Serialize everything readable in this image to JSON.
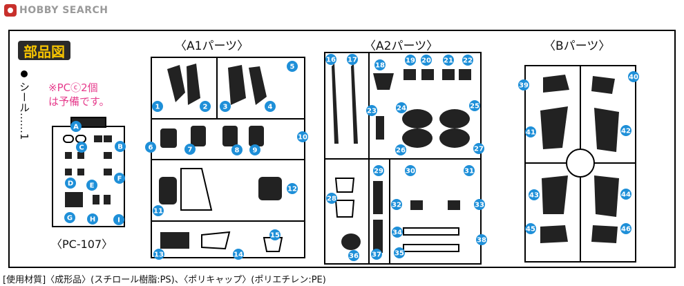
{
  "logo": {
    "text": "HOBBY SEARCH"
  },
  "diagram": {
    "title": "部品図",
    "seal_label": "シール……1",
    "note": "※PCⓒ2個\nは予備です。",
    "sections": {
      "a1": "〈A1パーツ〉",
      "a2": "〈A2パーツ〉",
      "b": "〈Bパーツ〉"
    },
    "pc_runner_label": "〈PC-107〉",
    "footer": "[使用材質]〈成形品〉(スチロール樹脂:PS)、〈ポリキャップ〉(ポリエチレン:PE)"
  },
  "parts": {
    "pc": [
      "A",
      "B",
      "C",
      "D",
      "E",
      "F",
      "G",
      "H",
      "I"
    ],
    "a1": [
      "1",
      "2",
      "3",
      "4",
      "5",
      "6",
      "7",
      "8",
      "9",
      "10",
      "11",
      "12",
      "13",
      "14",
      "15"
    ],
    "a2": [
      "16",
      "17",
      "18",
      "19",
      "20",
      "21",
      "22",
      "23",
      "24",
      "25",
      "26",
      "27",
      "28",
      "29",
      "30",
      "31",
      "32",
      "33",
      "34",
      "35",
      "36",
      "37",
      "38"
    ],
    "b": [
      "39",
      "40",
      "41",
      "42",
      "43",
      "44",
      "45",
      "46"
    ]
  },
  "colors": {
    "marker": "#1e8fd8",
    "title_bg": "#2a2a2a",
    "title_text": "#f6c400",
    "note": "#e63c8c"
  }
}
